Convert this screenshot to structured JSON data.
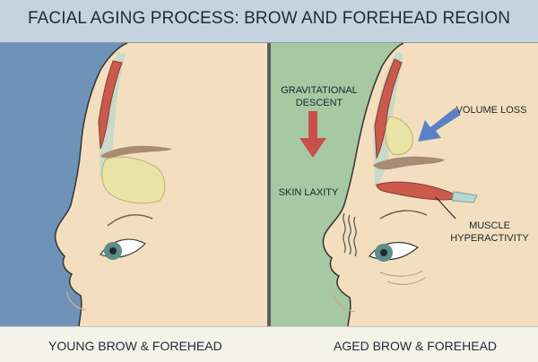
{
  "title": "FACIAL AGING PROCESS: BROW AND FOREHEAD REGION",
  "panels": [
    {
      "caption": "YOUNG BROW & FOREHEAD"
    },
    {
      "caption": "AGED BROW & FOREHEAD"
    }
  ],
  "annotations": {
    "gravitational_descent": "GRAVITATIONAL\nDESCENT",
    "volume_loss": "VOLUME LOSS",
    "skin_laxity": "SKIN LAXITY",
    "muscle_hyperactivity": "MUSCLE\nHYPERACTIVITY"
  },
  "colors": {
    "young_background": "#6f93b8",
    "aged_background": "#a6c9a3",
    "skin": "#f3dfbf",
    "muscle": "#c95a4c",
    "fat_pad": "#e9e4a6",
    "gravity_arrow": "#c9504a",
    "volume_arrow": "#5b82c6",
    "iris": "#5f8c8a"
  },
  "icons": [
    "down-arrow-icon",
    "diagonal-arrow-icon",
    "wavy-lines-icon"
  ]
}
